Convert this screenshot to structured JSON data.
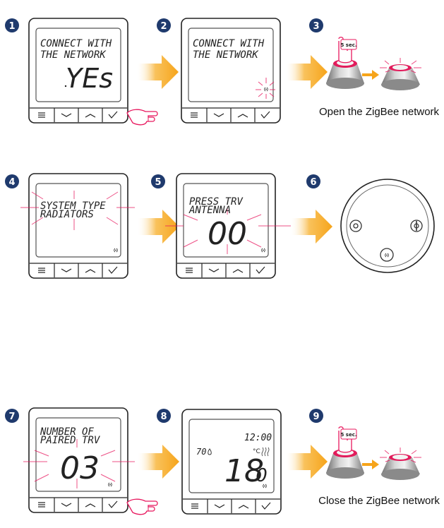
{
  "steps": [
    {
      "n": "1",
      "lines": [
        "CONNECT WITH",
        "THE NETWORK"
      ],
      "big": "YEs"
    },
    {
      "n": "2",
      "lines": [
        "CONNECT WITH",
        "THE NETWORK"
      ]
    },
    {
      "n": "3",
      "caption": "Open the ZigBee network",
      "badge": "5 sec."
    },
    {
      "n": "4",
      "lines": [
        "SYSTEM TYPE",
        "RADIATORS"
      ]
    },
    {
      "n": "5",
      "lines": [
        "PRESS TRV",
        "ANTENNA"
      ],
      "big": "00"
    },
    {
      "n": "6"
    },
    {
      "n": "7",
      "lines": [
        "NUMBER OF",
        "PAIRED TRV"
      ],
      "big": "03"
    },
    {
      "n": "8",
      "time": "12:00",
      "humidity": "70",
      "temp_int": "18",
      "temp_dec": ".0",
      "unit": "°C"
    },
    {
      "n": "9",
      "caption": "Close the ZigBee network",
      "badge": "5 sec."
    }
  ],
  "colors": {
    "accent": "#e8185e",
    "arrow": "#f6a81c",
    "badge": "#1f3a6d"
  }
}
